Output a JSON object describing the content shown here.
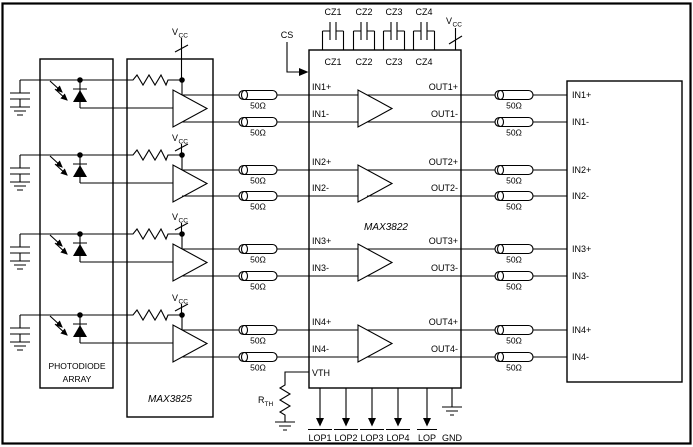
{
  "colors": {
    "line": "#000000",
    "background": "#ffffff"
  },
  "control": {
    "cs": "CS"
  },
  "power": {
    "vcc_main": "V",
    "vcc_sub": "CC"
  },
  "cz_capacitors": [
    "CZ1",
    "CZ2",
    "CZ3",
    "CZ4"
  ],
  "impedance_label": "50Ω",
  "photodiode_array": {
    "line1": "PHOTODIODE",
    "line2": "ARRAY"
  },
  "part_labels": {
    "preamp_ic": "MAX3825",
    "amplifier_ic": "MAX3822"
  },
  "threshold": {
    "vth": "VTH",
    "rth_main": "R",
    "rth_sub": "TH"
  },
  "max3822_pins": {
    "inputs": [
      "IN1+",
      "IN1-",
      "IN2+",
      "IN2-",
      "IN3+",
      "IN3-",
      "IN4+",
      "IN4-"
    ],
    "outputs": [
      "OUT1+",
      "OUT1-",
      "OUT2+",
      "OUT2-",
      "OUT3+",
      "OUT3-",
      "OUT4+",
      "OUT4-"
    ],
    "bottom": [
      "LOP1",
      "LOP2",
      "LOP3",
      "LOP4",
      "LOP",
      "GND"
    ]
  },
  "right_box_pins": [
    "IN1+",
    "IN1-",
    "IN2+",
    "IN2-",
    "IN3+",
    "IN3-",
    "IN4+",
    "IN4-"
  ]
}
